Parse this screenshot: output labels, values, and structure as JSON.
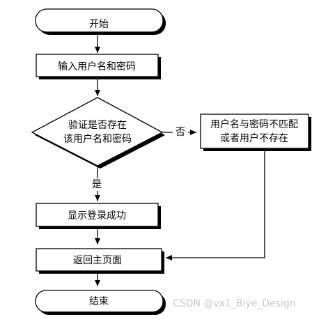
{
  "diagram": {
    "nodes": {
      "start": "开始",
      "input": "输入用户名和密码",
      "verify_line1": "验证是否存在",
      "verify_line2": "该用户名和密码",
      "error_line1": "用户名与密码不匹配",
      "error_line2": "或者用户不存在",
      "success": "显示登录成功",
      "return_home": "返回主页面",
      "end": "结束"
    },
    "edges": {
      "no": "否",
      "yes": "是"
    }
  },
  "watermark": "CSDN @vx1_Biye_Design"
}
